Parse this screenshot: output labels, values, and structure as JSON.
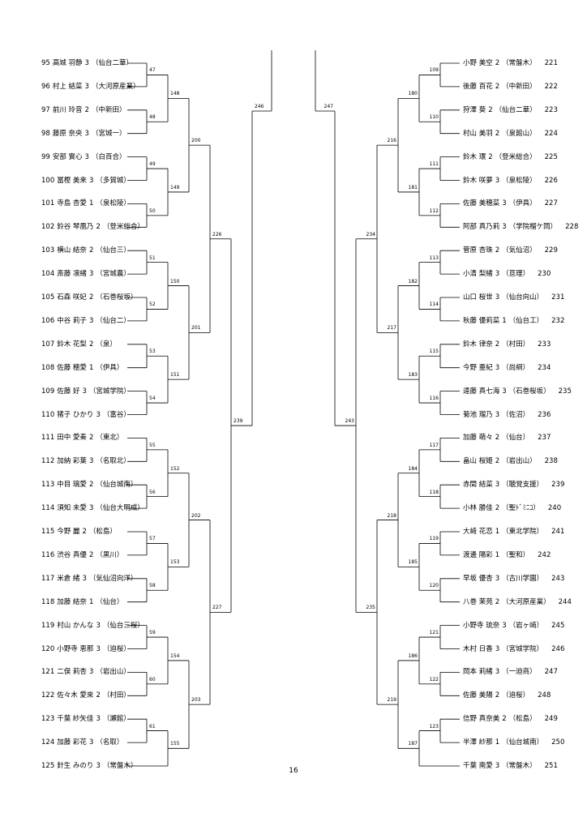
{
  "left_entries": [
    {
      "no": "95",
      "name": "高城 羽静",
      "grade": "3",
      "school": "（仙台二華）"
    },
    {
      "no": "96",
      "name": "村上 結菜",
      "grade": "3",
      "school": "（大河原産業）"
    },
    {
      "no": "97",
      "name": "前川 玲音",
      "grade": "2",
      "school": "（中新田）"
    },
    {
      "no": "98",
      "name": "藤原 奈央",
      "grade": "3",
      "school": "（宮城一）"
    },
    {
      "no": "99",
      "name": "安部 實心",
      "grade": "3",
      "school": "（白百合）"
    },
    {
      "no": "100",
      "name": "冨樫 美来",
      "grade": "3",
      "school": "（多賀城）"
    },
    {
      "no": "101",
      "name": "寺島 杏愛",
      "grade": "1",
      "school": "（泉松陵）"
    },
    {
      "no": "102",
      "name": "鈴谷 琴凰乃",
      "grade": "2",
      "school": "（登米総合）"
    },
    {
      "no": "103",
      "name": "横山 結奈",
      "grade": "2",
      "school": "（仙台三）"
    },
    {
      "no": "104",
      "name": "斎藤 凛緒",
      "grade": "3",
      "school": "（宮城農）"
    },
    {
      "no": "105",
      "name": "石森 咲妃",
      "grade": "2",
      "school": "（石巻桜坂）"
    },
    {
      "no": "106",
      "name": "中谷 莉子",
      "grade": "3",
      "school": "（仙台二）"
    },
    {
      "no": "107",
      "name": "鈴木 花梨",
      "grade": "2",
      "school": "（泉）"
    },
    {
      "no": "108",
      "name": "佐藤 穂愛",
      "grade": "1",
      "school": "（伊具）"
    },
    {
      "no": "109",
      "name": "佐藤 好",
      "grade": "3",
      "school": "（宮城学院）"
    },
    {
      "no": "110",
      "name": "猪子 ひかり",
      "grade": "3",
      "school": "（富谷）"
    },
    {
      "no": "111",
      "name": "田中 愛奏",
      "grade": "2",
      "school": "（東北）"
    },
    {
      "no": "112",
      "name": "加納 彩葉",
      "grade": "3",
      "school": "（名取北）"
    },
    {
      "no": "113",
      "name": "中目 璃愛",
      "grade": "2",
      "school": "（仙台城南）"
    },
    {
      "no": "114",
      "name": "須知 未愛",
      "grade": "3",
      "school": "（仙台大明成）"
    },
    {
      "no": "115",
      "name": "今野 麗",
      "grade": "2",
      "school": "（松島）"
    },
    {
      "no": "116",
      "name": "渋谷 真優",
      "grade": "2",
      "school": "（黒川）"
    },
    {
      "no": "117",
      "name": "米倉 緒",
      "grade": "3",
      "school": "（気仙沼向洋）"
    },
    {
      "no": "118",
      "name": "加藤 結奈",
      "grade": "1",
      "school": "（仙台）"
    },
    {
      "no": "119",
      "name": "村山 かんな",
      "grade": "3",
      "school": "（仙台三桜）"
    },
    {
      "no": "120",
      "name": "小野寺 恵那",
      "grade": "3",
      "school": "（迫桜）"
    },
    {
      "no": "121",
      "name": "二俣 莉杏",
      "grade": "3",
      "school": "（岩出山）"
    },
    {
      "no": "122",
      "name": "佐々木 愛來",
      "grade": "2",
      "school": "（村田）"
    },
    {
      "no": "123",
      "name": "千葉 紗矢佳",
      "grade": "3",
      "school": "（瀬館）"
    },
    {
      "no": "124",
      "name": "加藤 彩花",
      "grade": "3",
      "school": "（名取）"
    },
    {
      "no": "125",
      "name": "針生 みのり",
      "grade": "3",
      "school": "（常盤木）"
    }
  ],
  "right_entries": [
    {
      "no": "221",
      "name": "小野 美空",
      "grade": "2",
      "school": "（常盤木）"
    },
    {
      "no": "222",
      "name": "後藤 百花",
      "grade": "2",
      "school": "（中新田）"
    },
    {
      "no": "223",
      "name": "狩澤 葵",
      "grade": "2",
      "school": "（仙台二華）"
    },
    {
      "no": "224",
      "name": "村山 美羽",
      "grade": "2",
      "school": "（泉館山）"
    },
    {
      "no": "225",
      "name": "鈴木 環",
      "grade": "2",
      "school": "（登米総合）"
    },
    {
      "no": "226",
      "name": "鈴木 咲夢",
      "grade": "3",
      "school": "（泉松陵）"
    },
    {
      "no": "227",
      "name": "佐藤 美穂菜",
      "grade": "3",
      "school": "（伊具）"
    },
    {
      "no": "228",
      "name": "阿部 真乃莉",
      "grade": "3",
      "school": "（学院榴ケ岡）"
    },
    {
      "no": "229",
      "name": "菅原 杏珠",
      "grade": "2",
      "school": "（気仙沼）"
    },
    {
      "no": "230",
      "name": "小清 梨緒",
      "grade": "3",
      "school": "（亘理）"
    },
    {
      "no": "231",
      "name": "山口 桜世",
      "grade": "3",
      "school": "（仙台向山）"
    },
    {
      "no": "232",
      "name": "秋藤 優莉菜",
      "grade": "1",
      "school": "（仙台工）"
    },
    {
      "no": "233",
      "name": "鈴木 律奈",
      "grade": "2",
      "school": "（村田）"
    },
    {
      "no": "234",
      "name": "今野 亜紀",
      "grade": "3",
      "school": "（尚絅）"
    },
    {
      "no": "235",
      "name": "遠藤 真七海",
      "grade": "3",
      "school": "（石巻桜坂）"
    },
    {
      "no": "236",
      "name": "菊池 瑠乃",
      "grade": "3",
      "school": "（佐沼）"
    },
    {
      "no": "237",
      "name": "加藤 萌々",
      "grade": "2",
      "school": "（仙台）"
    },
    {
      "no": "238",
      "name": "畠山 桜姫",
      "grade": "2",
      "school": "（岩出山）"
    },
    {
      "no": "239",
      "name": "赤間 結菜",
      "grade": "3",
      "school": "（聴覚支援）"
    },
    {
      "no": "240",
      "name": "小林 勝佳",
      "grade": "2",
      "school": "（聖ﾄﾞﾐﾆｺ）"
    },
    {
      "no": "241",
      "name": "大崎 花恋",
      "grade": "1",
      "school": "（東北学院）"
    },
    {
      "no": "242",
      "name": "渡邊 陽彩",
      "grade": "1",
      "school": "（聖和）"
    },
    {
      "no": "243",
      "name": "早坂 優杏",
      "grade": "3",
      "school": "（古川学園）"
    },
    {
      "no": "244",
      "name": "八巻 茉苑",
      "grade": "2",
      "school": "（大河原産業）"
    },
    {
      "no": "245",
      "name": "小野寺 琉奈",
      "grade": "3",
      "school": "（岩ヶ崎）"
    },
    {
      "no": "246",
      "name": "木村 日香",
      "grade": "3",
      "school": "（宮城学院）"
    },
    {
      "no": "247",
      "name": "岡本 莉緒",
      "grade": "3",
      "school": "（一迫商）"
    },
    {
      "no": "248",
      "name": "佐藤 美陽",
      "grade": "2",
      "school": "（迫桜）"
    },
    {
      "no": "249",
      "name": "信野 真奈美",
      "grade": "2",
      "school": "（松島）"
    },
    {
      "no": "250",
      "name": "半澤 紗那",
      "grade": "1",
      "school": "（仙台城南）"
    },
    {
      "no": "251",
      "name": "千葉 南愛",
      "grade": "3",
      "school": "（常盤木）"
    }
  ],
  "left_seeds": {
    "r1": [
      "47",
      "48",
      "49",
      "50",
      "51",
      "52",
      "53",
      "54",
      "55",
      "56",
      "57",
      "58",
      "59",
      "60",
      "61"
    ],
    "r2": [
      "148",
      "149",
      "150",
      "151",
      "152",
      "153",
      "154",
      "155"
    ],
    "r3": [
      "200",
      "201",
      "202",
      "203"
    ],
    "r4": [
      "226",
      "227"
    ],
    "r5": "239",
    "top": "246"
  },
  "right_seeds": {
    "r1": [
      "109",
      "110",
      "111",
      "112",
      "113",
      "114",
      "115",
      "116",
      "117",
      "118",
      "119",
      "120",
      "121",
      "122",
      "123"
    ],
    "r2": [
      "180",
      "181",
      "182",
      "183",
      "184",
      "185",
      "186",
      "187"
    ],
    "r3": [
      "216",
      "217",
      "218",
      "219"
    ],
    "r4": [
      "234",
      "235"
    ],
    "r5": "243",
    "top": "247"
  },
  "page_number": "16"
}
